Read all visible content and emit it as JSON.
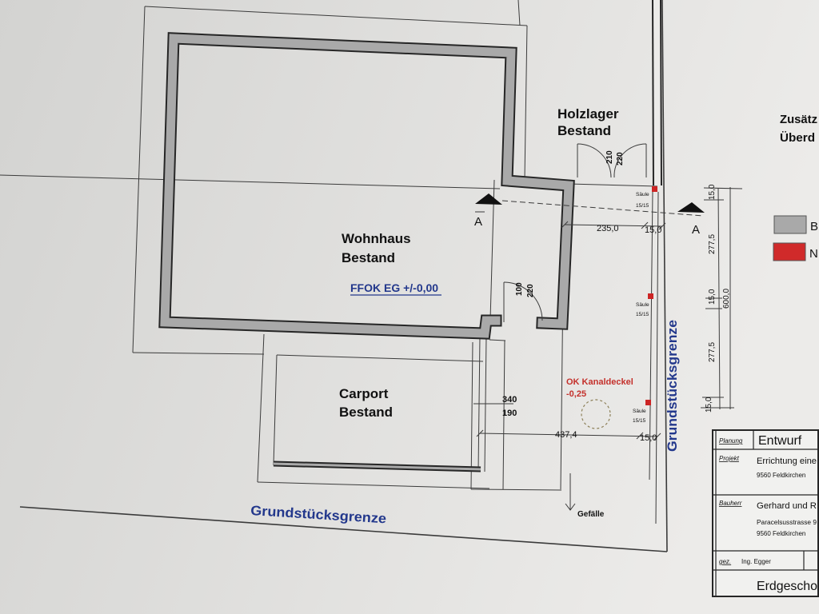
{
  "drawing": {
    "wohnhaus": {
      "name": "Wohnhaus",
      "status": "Bestand",
      "floor_level": "FFOK EG +/-0,00"
    },
    "holzlager": {
      "name": "Holzlager",
      "status": "Bestand",
      "door_width": "210",
      "door_height": "220"
    },
    "carport": {
      "name": "Carport",
      "status": "Bestand",
      "opening_upper": "340",
      "opening_lower": "190"
    },
    "annex_door": {
      "width": "100",
      "height": "220"
    },
    "columns": [
      {
        "label": "Säule",
        "size": "15/15"
      },
      {
        "label": "Säule",
        "size": "15/15"
      },
      {
        "label": "Säule",
        "size": "15/15"
      }
    ],
    "section": {
      "left": "A",
      "right": "A"
    },
    "dimensions": {
      "upper_row": [
        "235,0",
        "15,0"
      ],
      "lower_row": [
        "437,4",
        "15,0"
      ],
      "right_chain": [
        "15,0",
        "277,5",
        "15,0",
        "277,5",
        "15,0"
      ],
      "right_total": "600,0"
    },
    "kanaldeckel": {
      "label": "OK Kanaldeckel",
      "level": "-0,25"
    },
    "slope_label": "Gefälle",
    "property_line": {
      "vertical_label": "Grundstücksgrenze",
      "horizontal_label": "Grundstücksgrenze"
    },
    "note_lines": [
      "Zusätz",
      "Überd"
    ]
  },
  "legend": [
    {
      "swatch_color": "#a9a9a9",
      "label": "B"
    },
    {
      "swatch_color": "#d02a2a",
      "label": "N"
    }
  ],
  "title_block": {
    "planung_label": "Planung",
    "planung_value": "Entwurf",
    "projekt_label": "Projekt",
    "projekt_value": "Errichtung eine",
    "projekt_place": "9560 Feldkirchen",
    "bauherr_label": "Bauherr",
    "bauherr_value": "Gerhard und R",
    "bauherr_street": "Paracelsusstrasse 9",
    "bauherr_place": "9560 Feldkirchen",
    "gez_label": "gez.",
    "gez_value": "Ing. Egger",
    "sheet_value": "Erdgescho"
  },
  "colors": {
    "paper_light": "#ecebe9",
    "paper_dark": "#d3d3d1",
    "title_block_bg": "#f1f1ef",
    "line": "#3b3b3b",
    "wall_fill": "#a9a9a9",
    "wall_outline": "#262626",
    "plan_text": "#111111",
    "blue_text": "#23388c",
    "red_text": "#c4302b",
    "column_marker": "#cc2525",
    "manhole_circle": "#8d8058"
  }
}
